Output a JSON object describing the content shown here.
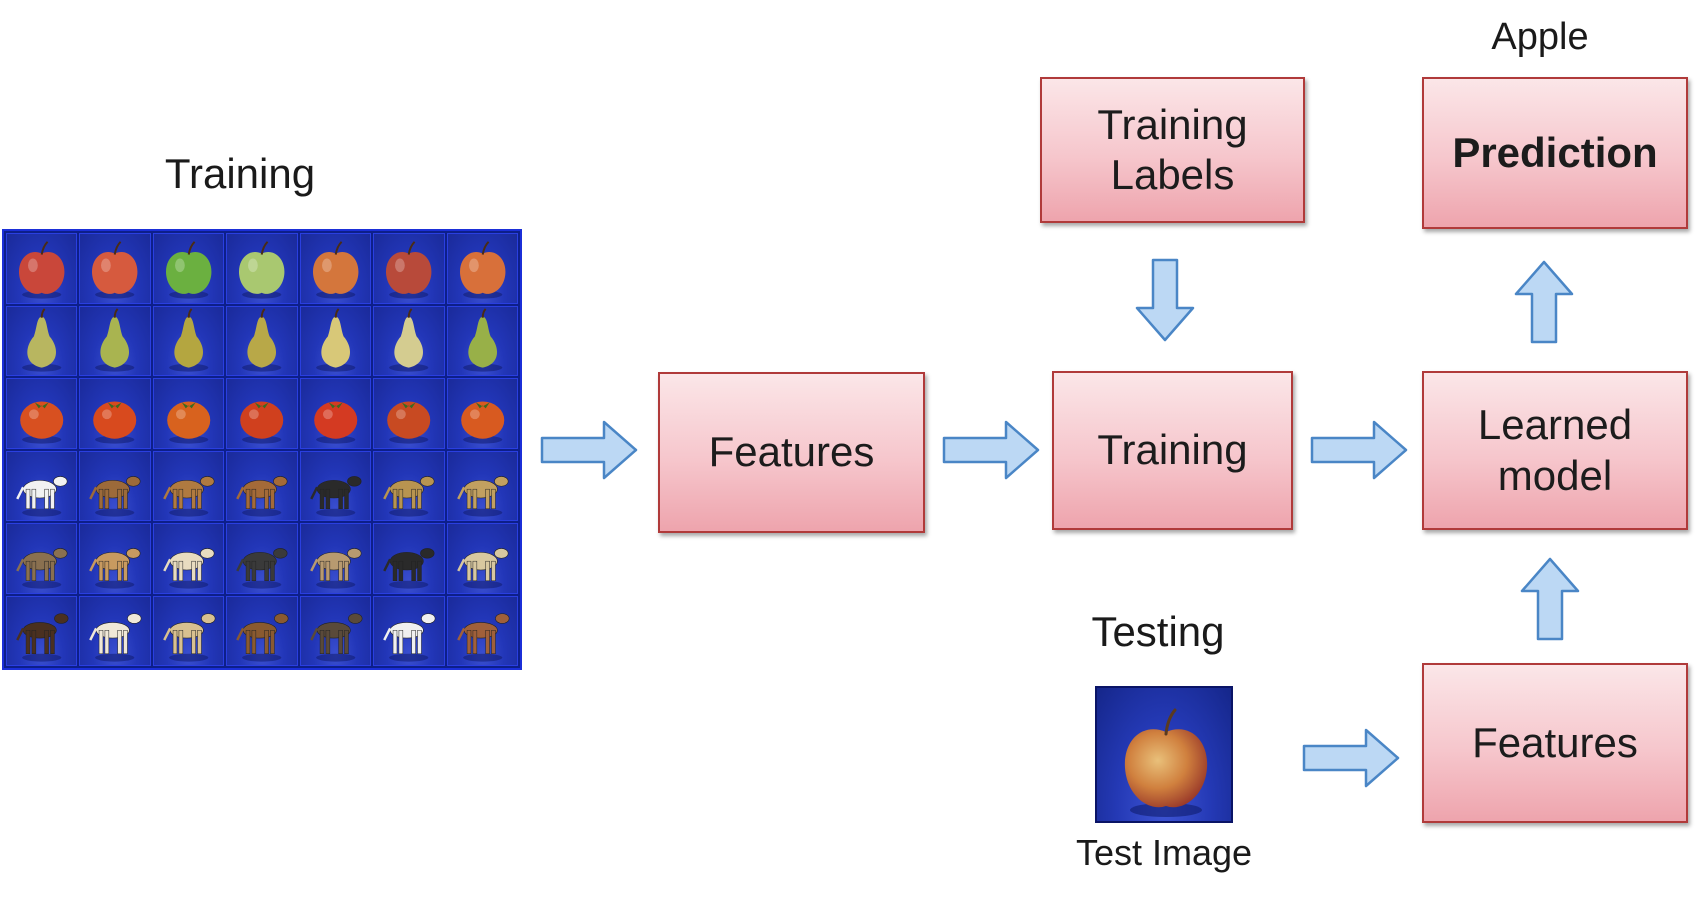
{
  "training_title": "Training",
  "training_grid": {
    "rows": [
      {
        "object": "apple",
        "colors": [
          "#c9473a",
          "#d65a3e",
          "#6bb040",
          "#a9c870",
          "#d4763c",
          "#b84a3a",
          "#d8703a"
        ]
      },
      {
        "object": "pear",
        "colors": [
          "#b8b660",
          "#a9b450",
          "#b4a640",
          "#b8a848",
          "#d8c878",
          "#d4cc90",
          "#98b048"
        ]
      },
      {
        "object": "tomato",
        "colors": [
          "#d85020",
          "#d84a1e",
          "#d8621e",
          "#d0401e",
          "#d43a22",
          "#c84a22",
          "#d85a20"
        ]
      },
      {
        "object": "cow",
        "colors": [
          "#f2f2f2",
          "#9c6a3a",
          "#b07a40",
          "#a46a38",
          "#2a2a2a",
          "#b89450",
          "#c2a060"
        ]
      },
      {
        "object": "dog",
        "colors": [
          "#8a7050",
          "#c89a60",
          "#e8dcc0",
          "#3a3a3a",
          "#b89a70",
          "#2a2a2a",
          "#d8c8a0"
        ]
      },
      {
        "object": "horse",
        "colors": [
          "#4a3020",
          "#f0e8d8",
          "#d8c090",
          "#8a5a30",
          "#5a4a3a",
          "#f0f0f0",
          "#a0603a"
        ]
      }
    ]
  },
  "features_left": "Features",
  "training_labels": "Training\nLabels",
  "training_box": "Training",
  "learned_model": "Learned\nmodel",
  "prediction": "Prediction",
  "apple_label": "Apple",
  "testing_title": "Testing",
  "test_image_caption": "Test Image",
  "features_bottom": "Features",
  "colors": {
    "box_border": "#b03a3a",
    "box_fill_top": "#fbe6e8",
    "box_fill_bottom": "#eea4ad",
    "arrow_fill": "#bcd8f4",
    "arrow_stroke": "#4a86c6",
    "grid_background": "#1a2a9a"
  }
}
